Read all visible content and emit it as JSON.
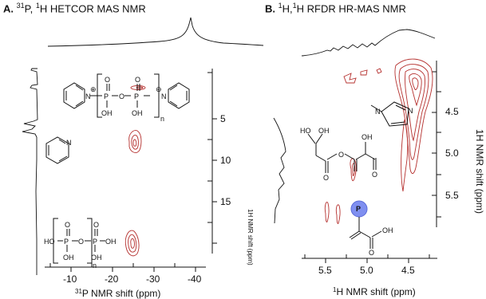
{
  "panelA": {
    "letter": "A.",
    "title_parts": [
      "31",
      "P, ",
      "1",
      "H HETCOR MAS NMR"
    ],
    "y_ticks": [
      "5",
      "10",
      "15"
    ],
    "x_ticks": [
      "-10",
      "-20",
      "-30",
      "-40"
    ],
    "ylabel": "1H NMR shift (ppm)",
    "xlabel_sup": "31",
    "xlabel_rest": "P NMR shift (ppm)",
    "molecule_labels": {
      "n_plus_left": "N",
      "p1": "P",
      "o_mid": "O",
      "p2": "P",
      "n_plus_right": "N",
      "o_top1": "O",
      "o_top2": "O",
      "oh1": "OH",
      "oh2": "OH",
      "n_sub": "n",
      "pyridine_n": "N",
      "ho": "HO",
      "p3": "P",
      "o_bridge": "O",
      "p4": "P",
      "oh_end": "OH",
      "o_top3": "O",
      "o_top4": "O",
      "oh3": "OH",
      "oh4": "OH",
      "n_sub2": "n",
      "plus": "⊕"
    }
  },
  "panelB": {
    "letter": "B.",
    "title_parts": [
      "1",
      "H,",
      "1",
      "H RFDR HR-MAS NMR"
    ],
    "y_ticks": [
      "4.5",
      "5.0",
      "5.5"
    ],
    "x_ticks": [
      "5.5",
      "5.0",
      "4.5"
    ],
    "ylabel": "1H NMR shift (ppm)",
    "xlabel_sup": "1",
    "xlabel_rest": "H NMR shift (ppm)",
    "molecule_labels": {
      "methyl_n": "N",
      "ring_n": "N",
      "ho1": "HO",
      "oh1": "OH",
      "o_ester": "O",
      "o1": "O",
      "o2": "O",
      "oh_top": "OH",
      "o3": "O",
      "p_bead": "P",
      "oh_acid": "OH",
      "o_acid": "O"
    }
  },
  "colors": {
    "contour": "#b5302e",
    "bead": "#7f8ff0",
    "ink": "#111111"
  }
}
